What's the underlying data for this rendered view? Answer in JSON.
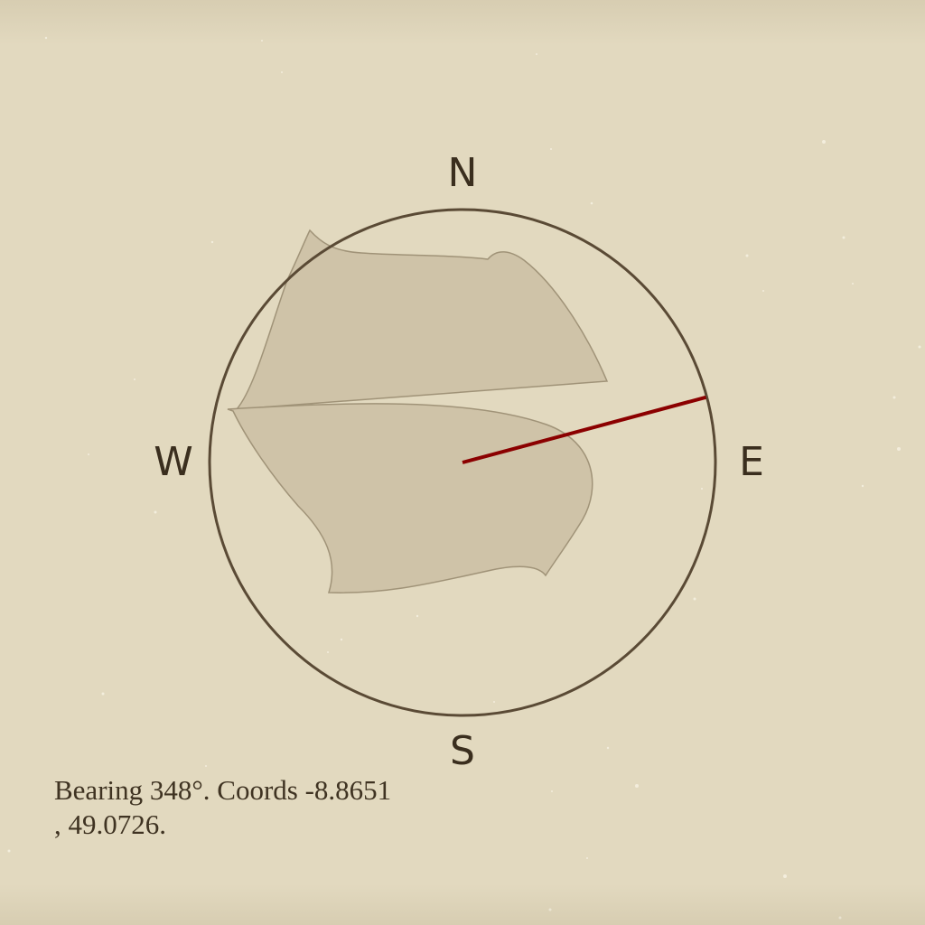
{
  "compass": {
    "north_label": "N",
    "east_label": "E",
    "south_label": "S",
    "west_label": "W",
    "bearing_needle_deg": 75,
    "needle_color": "#8b0000",
    "ring_color": "#5a4a35",
    "landmass_color": "#cfc3a8"
  },
  "readout": {
    "line1": "Bearing 348°. Coords -8.8651",
    "line2": ", 49.0726."
  },
  "colors": {
    "background": "#e2d9bf",
    "text": "#3a2e1e"
  }
}
